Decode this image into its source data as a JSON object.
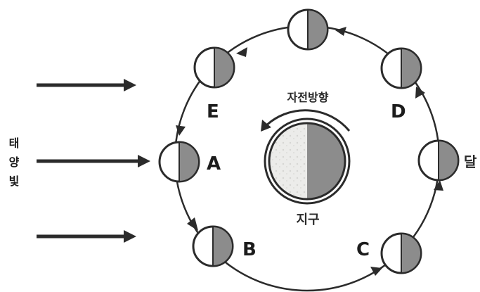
{
  "sunlight_label": [
    "태",
    "양",
    "빛"
  ],
  "earth_label": "지구",
  "rotation_label": "자전방향",
  "moon_label": "달",
  "position_labels": {
    "A": "A",
    "B": "B",
    "C": "C",
    "D": "D",
    "E": "E"
  },
  "colors": {
    "line": "#2b2b2b",
    "shade": "#8c8c8c",
    "earth_light": "#e9e9e6"
  }
}
